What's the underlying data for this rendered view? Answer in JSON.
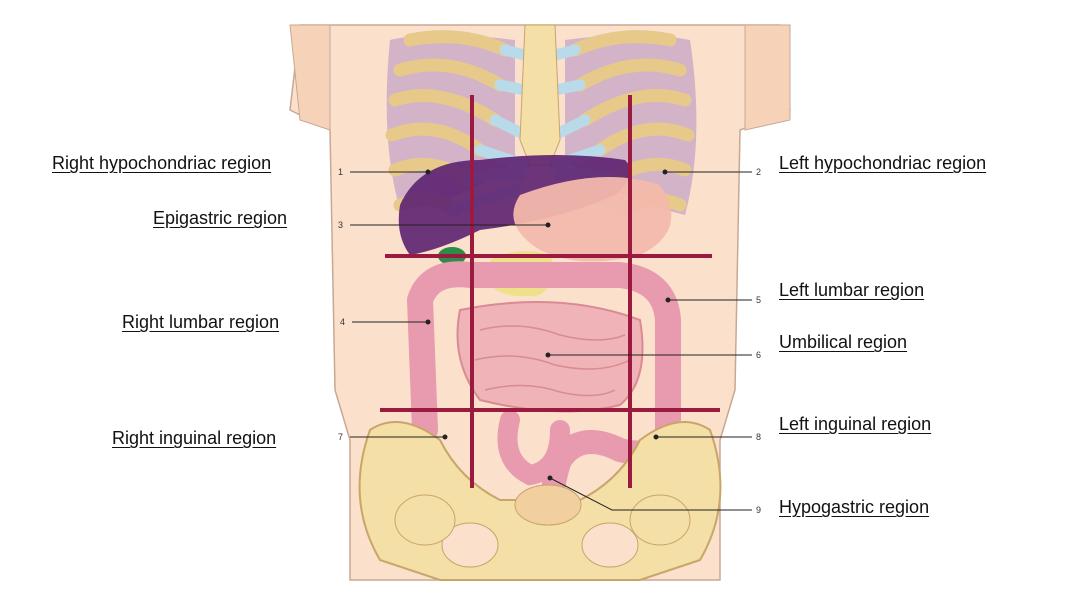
{
  "diagram": {
    "regions": [
      {
        "number": "1",
        "name": "Right hypochondriac  region"
      },
      {
        "number": "2",
        "name": "Left hypochondriac  region"
      },
      {
        "number": "3",
        "name": "Epigastric region"
      },
      {
        "number": "4",
        "name": "Right lumbar region"
      },
      {
        "number": "5",
        "name": "Left lumbar region"
      },
      {
        "number": "6",
        "name": "Umbilical region"
      },
      {
        "number": "7",
        "name": "Right inguinal region"
      },
      {
        "number": "8",
        "name": "Left inguinal region"
      },
      {
        "number": "9",
        "name": "Hypogastric region"
      }
    ],
    "colors": {
      "grid_lines": "#9b1b40",
      "skin": "#fbe0cc",
      "bone": "#f4dfa6",
      "cartilage": "#b9dbe9",
      "liver": "#5c2170",
      "intestine": "#e89aae",
      "stomach": "#f3b9ac"
    }
  }
}
